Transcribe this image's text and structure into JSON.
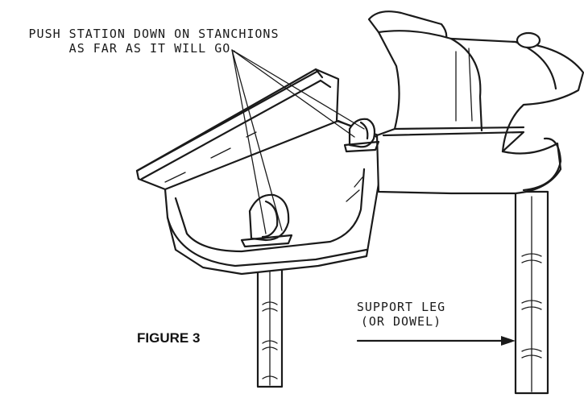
{
  "notes": {
    "push_line1": "PUSH STATION DOWN ON STANCHIONS",
    "push_line2": "AS FAR AS IT WILL GO.",
    "support_line1": "SUPPORT LEG",
    "support_line2": "(OR DOWEL)"
  },
  "figure_label": "FIGURE 3"
}
